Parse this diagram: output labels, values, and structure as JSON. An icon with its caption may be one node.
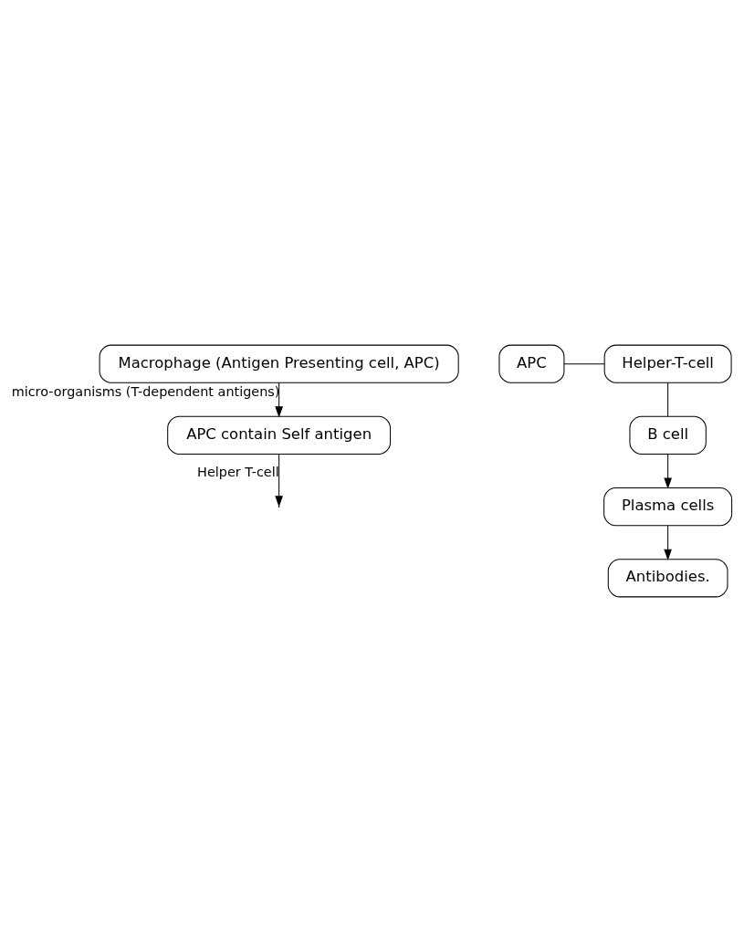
{
  "diagram": {
    "nodes": [
      {
        "text": [
          "Macrophage (Antigen Presenting cell, APC)"
        ]
      },
      {
        "text": [
          "APC contain Self antigen"
        ]
      },
      {
        "text": [
          "APC"
        ]
      },
      {
        "text": [
          "Helper-T-cell"
        ]
      },
      {
        "text": [
          "B cell"
        ]
      },
      {
        "text": [
          "Plasma cells"
        ]
      },
      {
        "text": [
          "Antibodies."
        ]
      }
    ],
    "edges": [
      {
        "from": 0,
        "to": 1,
        "arrow": "to",
        "label": "micro-organisms (T-dependent antigens)"
      },
      {
        "from": 1,
        "to": null,
        "arrow": "to",
        "label": "Helper T-cell"
      },
      {
        "from": 2,
        "to": 3,
        "arrow": "none"
      },
      {
        "from": 3,
        "to": 4,
        "arrow": "none"
      },
      {
        "from": 4,
        "to": 5,
        "arrow": "to"
      },
      {
        "from": 5,
        "to": 6,
        "arrow": "to"
      }
    ]
  }
}
